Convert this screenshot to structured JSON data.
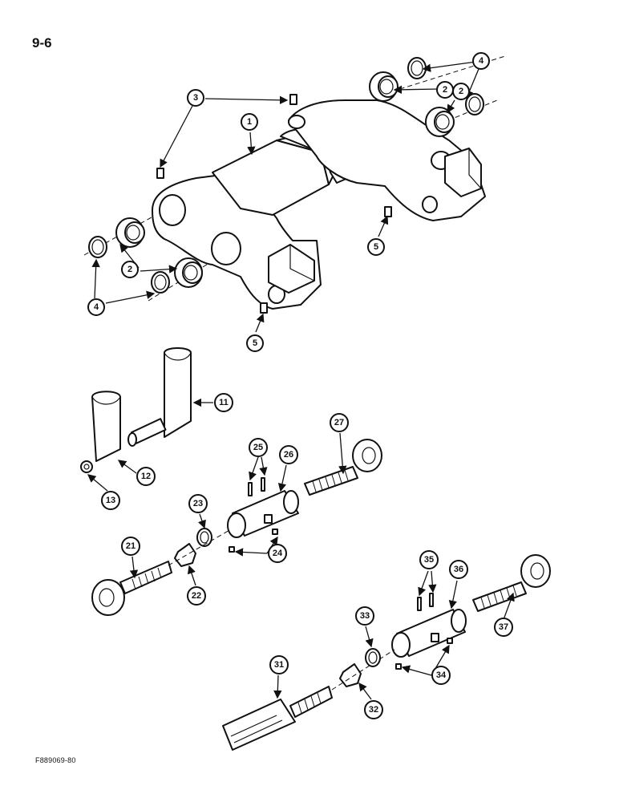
{
  "page_number": "9-6",
  "figure_code": "F889069-80",
  "callouts": [
    "1",
    "2",
    "2",
    "2",
    "2",
    "3",
    "4",
    "4",
    "5",
    "5",
    "11",
    "12",
    "13",
    "21",
    "22",
    "23",
    "24",
    "25",
    "26",
    "27",
    "31",
    "32",
    "33",
    "34",
    "35",
    "36",
    "37"
  ]
}
